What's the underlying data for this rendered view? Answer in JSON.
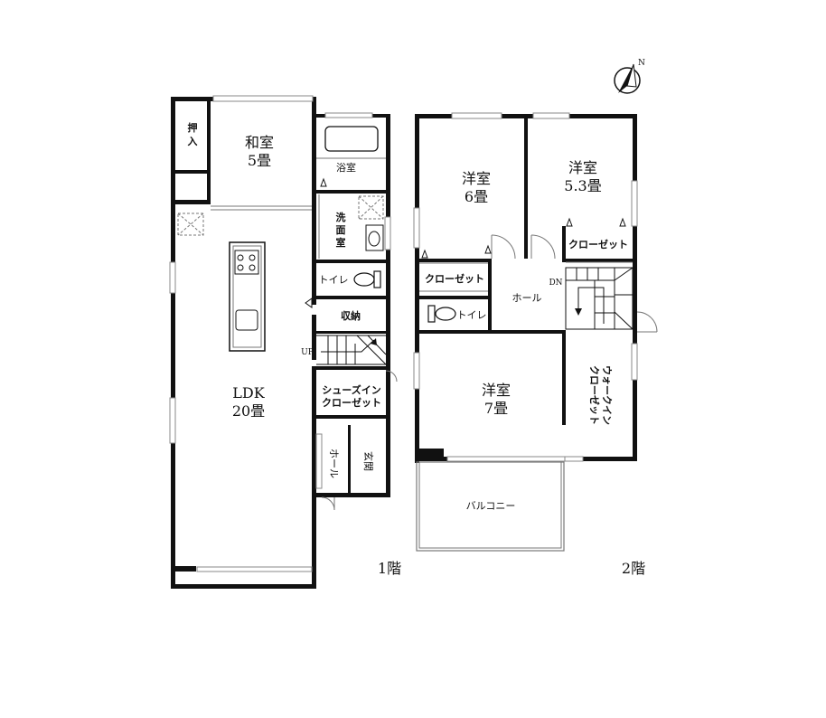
{
  "floor1": {
    "label": "1階",
    "rooms": {
      "washitsu_name": "和室",
      "washitsu_size": "5畳",
      "oshiire_a": "押",
      "oshiire_b": "入",
      "yokushitsu": "浴室",
      "senmen_a": "洗",
      "senmen_b": "面",
      "senmen_c": "室",
      "toilet": "トイレ",
      "shuno": "収納",
      "ldk_name": "LDK",
      "ldk_size": "20畳",
      "shoes_a": "シューズイン",
      "shoes_b": "クローゼット",
      "hall": "ホール",
      "genkan": "玄関",
      "up": "UP"
    }
  },
  "floor2": {
    "label": "2階",
    "rooms": {
      "youshitsu1_name": "洋室",
      "youshitsu1_size": "6畳",
      "youshitsu2_name": "洋室",
      "youshitsu2_size": "5.3畳",
      "closet_right": "クローゼット",
      "closet_left": "クローゼット",
      "hall": "ホール",
      "toilet": "トイレ",
      "dn": "DN",
      "youshitsu3_name": "洋室",
      "youshitsu3_size": "7畳",
      "wic_a": "ウォークイン",
      "wic_b": "クローゼット",
      "balcony": "バルコニー"
    }
  },
  "compass": {
    "north_label": "N"
  }
}
